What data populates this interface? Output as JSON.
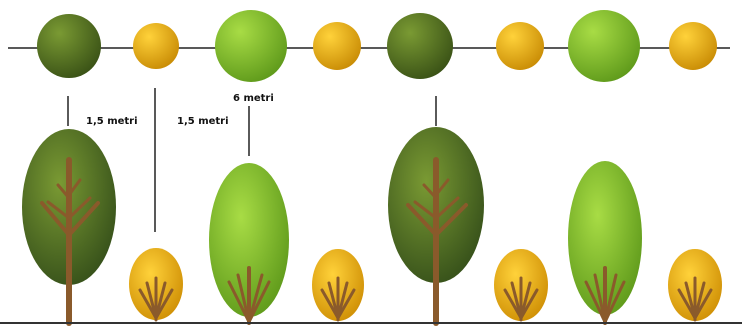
{
  "labels": {
    "spacing_left": "1,5 metri",
    "spacing_mid": "1,5 metri",
    "spacing_top": "6 metri"
  },
  "colors": {
    "line": "#222222",
    "dark_tree_light": "#6b8a2a",
    "dark_tree_dark": "#3c5518",
    "light_tree_light": "#9bd03a",
    "light_tree_dark": "#6a9e1f",
    "shrub_light": "#f5c018",
    "shrub_dark": "#d49a0a",
    "trunk": "#8a5a2b",
    "ground": "#333333"
  },
  "plan_row": [
    "dark-tree",
    "shrub",
    "light-tree",
    "shrub",
    "dark-tree",
    "shrub",
    "light-tree",
    "shrub"
  ],
  "elevation_row": [
    "dark-tree",
    "shrub",
    "light-tree",
    "shrub",
    "dark-tree",
    "shrub",
    "light-tree",
    "shrub"
  ]
}
